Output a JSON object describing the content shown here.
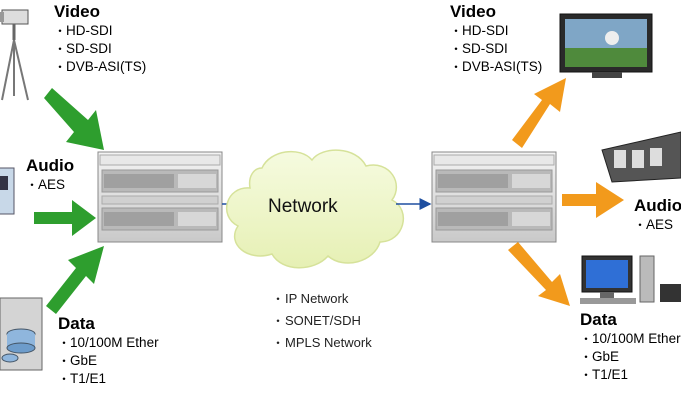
{
  "left": {
    "video": {
      "title": "Video",
      "items": [
        "HD-SDI",
        "SD-SDI",
        "DVB-ASI(TS)"
      ]
    },
    "audio": {
      "title": "Audio",
      "items": [
        "AES"
      ]
    },
    "data": {
      "title": "Data",
      "items": [
        "10/100M Ether",
        "GbE",
        "T1/E1"
      ]
    }
  },
  "right": {
    "video": {
      "title": "Video",
      "items": [
        "HD-SDI",
        "SD-SDI",
        "DVB-ASI(TS)"
      ]
    },
    "audio": {
      "title": "Audio",
      "items": [
        "AES"
      ]
    },
    "data": {
      "title": "Data",
      "items": [
        "10/100M Ether",
        "GbE",
        "T1/E1"
      ]
    }
  },
  "network": {
    "title": "Network",
    "items": [
      "IP Network",
      "SONET/SDH",
      "MPLS Network"
    ]
  },
  "colors": {
    "input_arrow": "#2e9e2e",
    "output_arrow": "#f29a1c",
    "cloud": "#eef6c8",
    "link": "#1e4fa0"
  }
}
